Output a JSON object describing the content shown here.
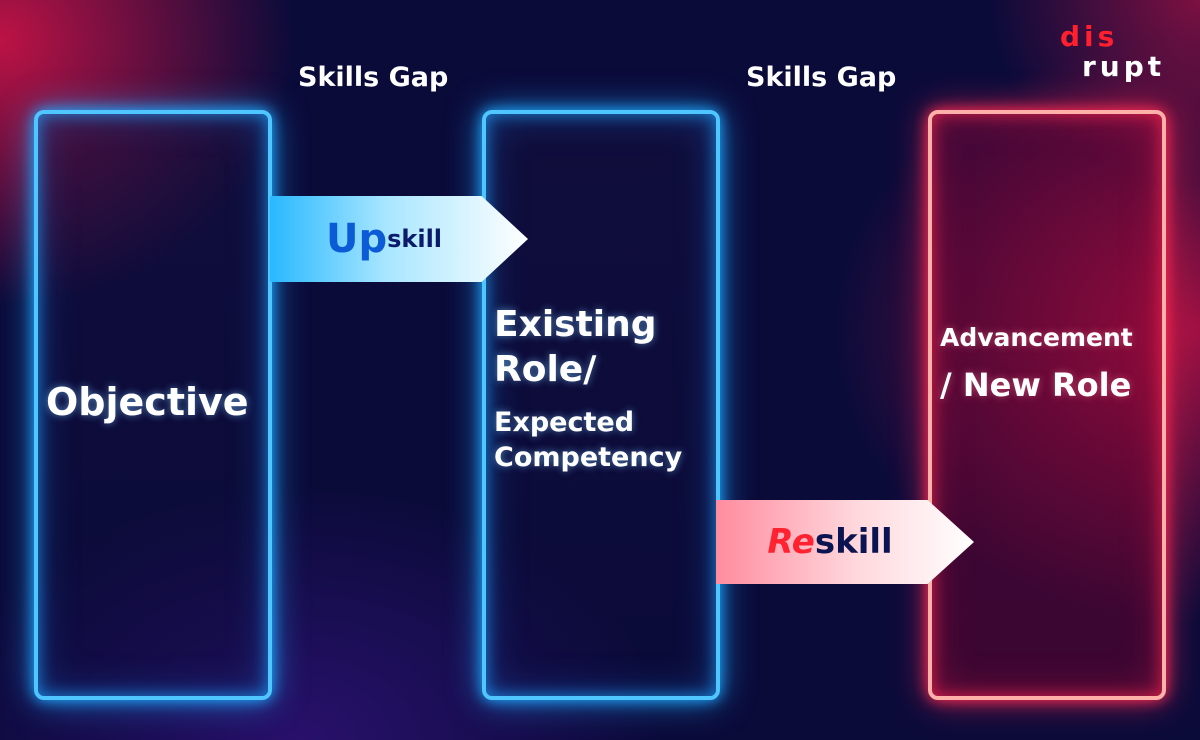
{
  "gaps": [
    "Skills Gap",
    "Skills Gap"
  ],
  "boxes": {
    "objective": "Objective",
    "existing": [
      "Existing",
      "Role/"
    ],
    "expected": [
      "Expected",
      "Competency"
    ],
    "advancement": [
      "Advancement",
      "/ New Role"
    ]
  },
  "arrows": {
    "upskill": {
      "strong": "Up",
      "rest": "skill"
    },
    "reskill": {
      "strong": "Re",
      "rest": "skill"
    }
  },
  "logo": {
    "top": "dis",
    "bottom": "rupt"
  },
  "colors": {
    "blue_glow": "#1fa8ff",
    "red_glow": "#ff2d55",
    "background": "#0b0b3a",
    "logo_red": "#ff1f2e"
  }
}
